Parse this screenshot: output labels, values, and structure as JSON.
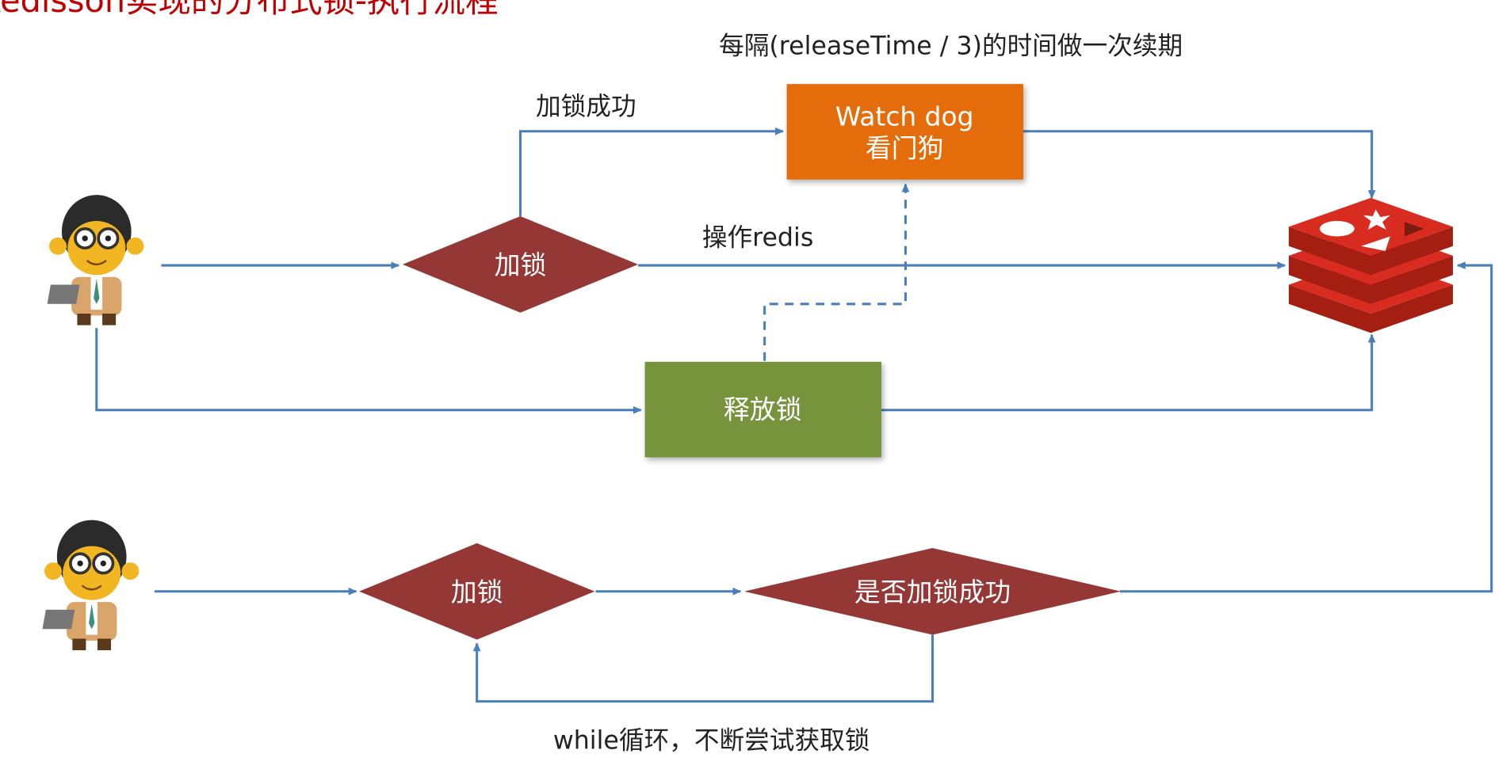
{
  "title": "Redisson实现的分布式锁-执行流程",
  "labels": {
    "renewal_note": "每隔(releaseTime / 3)的时间做一次续期",
    "lock_success": "加锁成功",
    "operate_redis": "操作redis",
    "while_loop": "while循环，不断尝试获取锁"
  },
  "nodes": {
    "watchdog_line1": "Watch dog",
    "watchdog_line2": "看门狗",
    "lock1": "加锁",
    "release": "释放锁",
    "lock2": "加锁",
    "lock_check": "是否加锁成功"
  },
  "colors": {
    "title": "#C00000",
    "watchdog": "#E46C0A",
    "diamond": "#953735",
    "release": "#77933C",
    "connector": "#4A7EBB",
    "redis": "#D82C20"
  }
}
